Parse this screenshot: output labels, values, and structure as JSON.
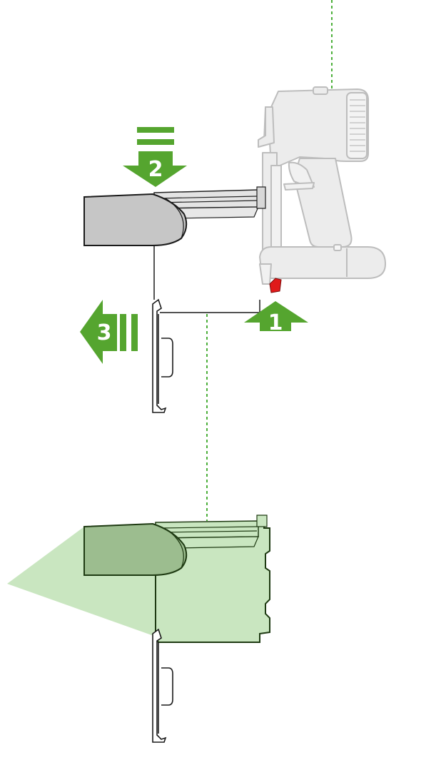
{
  "steps": [
    {
      "number": "1",
      "direction": "up",
      "label_visible": true
    },
    {
      "number": "2",
      "direction": "down",
      "label_visible": true
    },
    {
      "number": "3",
      "direction": "left",
      "label_visible": true
    }
  ],
  "colors": {
    "arrow_green": "#55a52f",
    "guide_dash": "#4caf3a",
    "highlight_fill": "#c9e6c0",
    "highlight_dark": "#9cbd8f",
    "outline_dark": "#1e3a12",
    "device_grey": "#e6e6e6",
    "device_outline": "#b5b5b5",
    "bin_grey": "#c9c9c9",
    "release_red": "#e01a1a"
  },
  "icons": {
    "step1": "arrow-up-icon",
    "step2": "arrow-down-icon",
    "step3": "arrow-left-icon"
  }
}
